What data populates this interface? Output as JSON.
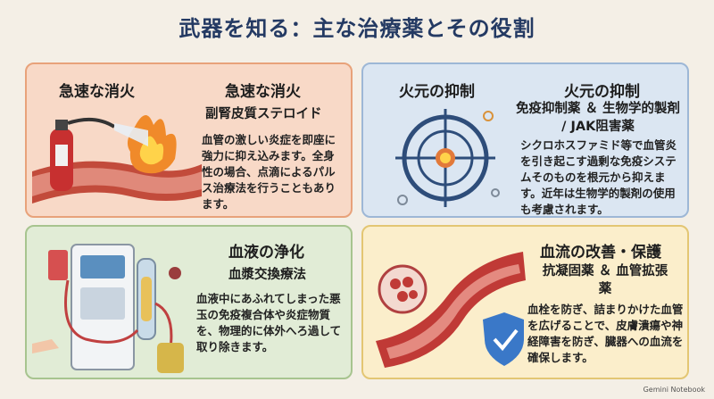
{
  "title": "武器を知る：主な治療薬とその役割",
  "cards": [
    {
      "illus_label": "急速な消火",
      "heading": "急速な消火",
      "subtitle": "副腎皮質ステロイド",
      "body": "血管の激しい炎症を即座に強力に抑え込みます。全身性の場合、点滴によるパルス治療法を行うこともあります。"
    },
    {
      "illus_label": "火元の抑制",
      "heading": "火元の抑制",
      "subtitle": "免疫抑制薬 ＆ 生物学的製剤 / JAK阻害薬",
      "body": "シクロホスファミド等で血管炎を引き起こす過剰な免疫システムそのものを根元から抑えます。近年は生物学的製剤の使用も考慮されます。"
    },
    {
      "heading": "血液の浄化",
      "subtitle": "血漿交換療法",
      "body": "血液中にあふれてしまった悪玉の免疫複合体や炎症物質を、物理的に体外へろ過して取り除きます。"
    },
    {
      "heading": "血流の改善・保護",
      "subtitle": "抗凝固薬 ＆ 血管拡張薬",
      "body": "血栓を防ぎ、詰まりかけた血管を広げることで、皮膚潰瘍や神経障害を防ぎ、臓器への血流を確保します。"
    }
  ],
  "footer": "Gemini Notebook",
  "colors": {
    "card1_bg": "#f8d9c7",
    "card1_border": "#e8a27a",
    "card2_bg": "#dbe6f2",
    "card2_border": "#9db7d6",
    "card3_bg": "#e1ecd6",
    "card3_border": "#a7c48f",
    "card4_bg": "#fbeecb",
    "card4_border": "#e3c673"
  }
}
